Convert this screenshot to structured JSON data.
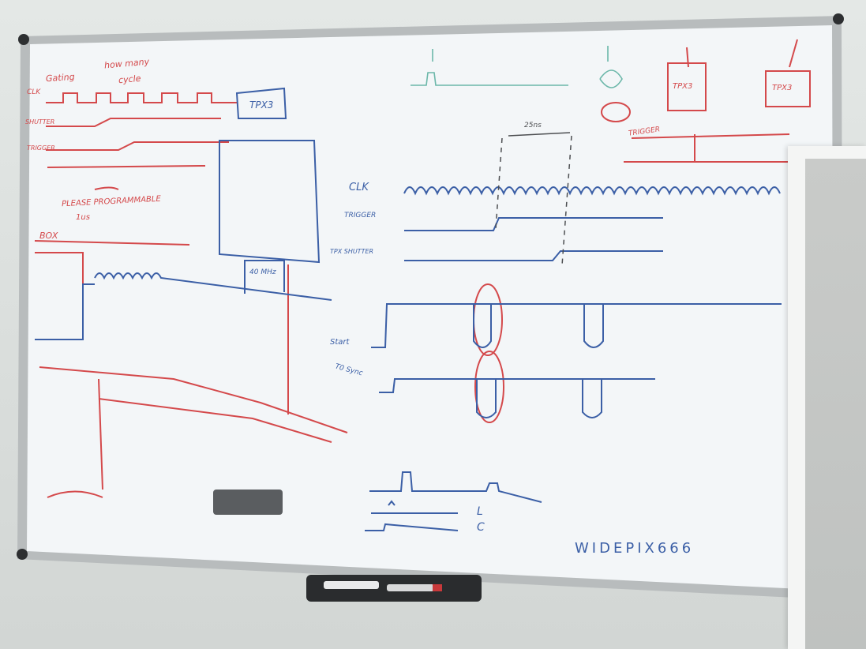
{
  "scene": {
    "type": "photo",
    "subject": "whiteboard with hand-drawn timing diagrams",
    "colors": {
      "wall": "#dde1e0",
      "board_surface": "#f3f6f8",
      "frame": "#b8bcbd",
      "red_ink": "#d4494b",
      "blue_ink": "#3b5fa6",
      "teal_ink": "#4aa896",
      "eraser": "#5a5d60"
    }
  },
  "board": {
    "handwriting": {
      "top_left_red_1": "Gating",
      "top_left_red_2": "how many",
      "top_left_red_3": "cycle",
      "clk_left": "CLK",
      "shutter_left": "SHUTTER",
      "trigger_left": "TRIGGER",
      "red_note": "PLEASE PROGRAMMABLE",
      "red_note_2": "1us",
      "red_box": "BOX",
      "tpx_box": "TPX3",
      "mhz_note": "40 MHz",
      "clk_label": "CLK",
      "trigger_label": "TRIGGER",
      "shutter_label": "TPX SHUTTER",
      "start_label": "Start",
      "sync_label": "T0 Sync",
      "tpx_box_1": "TPX3",
      "tpx_box_2": "TPX3",
      "trigger_right": "TRIGGER",
      "slow_label": "25ns",
      "lc_label_l": "L",
      "lc_label_c": "C",
      "signature": "WIDEPIX666"
    }
  }
}
